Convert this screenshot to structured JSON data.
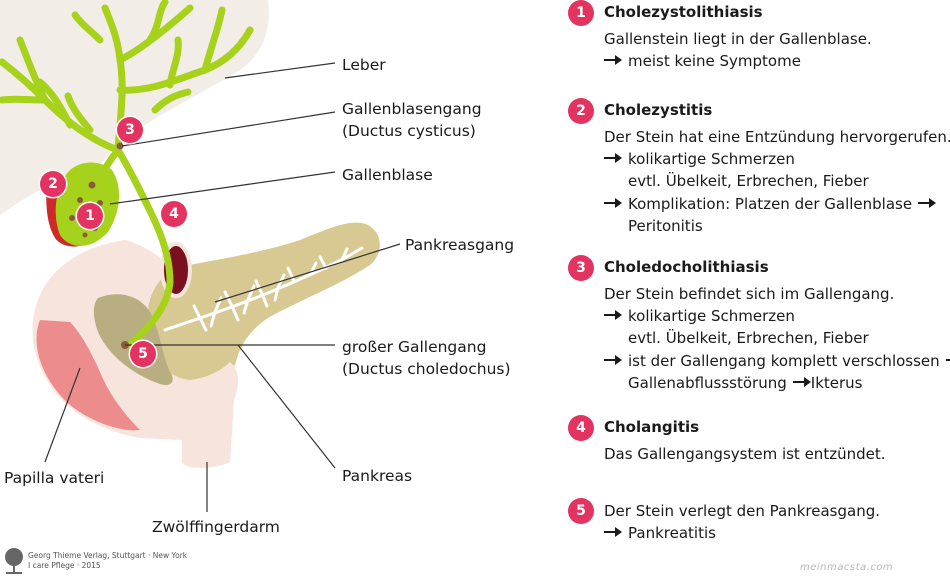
{
  "labels": {
    "leber": "Leber",
    "gallenblasengang_1": "Gallenblasengang",
    "gallenblasengang_2": "(Ductus cysticus)",
    "gallenblase": "Gallenblase",
    "pankreasgang": "Pankreasgang",
    "gallengang_1": "großer Gallengang",
    "gallengang_2": "(Ductus choledochus)",
    "papilla": "Papilla vateri",
    "pankreas": "Pankreas",
    "zwoelffinger": "Zwölffingerdarm"
  },
  "markers": [
    "1",
    "2",
    "3",
    "4",
    "5"
  ],
  "items": [
    {
      "num": "1",
      "title": "Cholezystolithiasis",
      "lines": [
        "Gallenstein liegt in der Gallenblase.",
        "meist keine Symptome"
      ]
    },
    {
      "num": "2",
      "title": "Cholezystitis",
      "lines": [
        "Der Stein hat eine Entzündung hervorgerufen.",
        "kolikartige Schmerzen",
        "evtl. Übelkeit, Erbrechen, Fieber",
        "Komplikation: Platzen der Gallenblase",
        "Peritonitis"
      ]
    },
    {
      "num": "3",
      "title": "Choledocholithiasis",
      "lines": [
        "Der Stein befindet sich im Gallengang.",
        "kolikartige Schmerzen",
        "evtl. Übelkeit, Erbrechen, Fieber",
        "ist der Gallengang komplett verschlossen",
        "Gallenabflussstörung",
        "Ikterus"
      ]
    },
    {
      "num": "4",
      "title": "Cholangitis",
      "lines": [
        "Das Gallengangsystem ist entzündet."
      ]
    },
    {
      "num": "5",
      "title": "",
      "lines": [
        "Der Stein verlegt den Pankreasgang.",
        "Pankreatitis"
      ]
    }
  ],
  "credits": {
    "line1": "Georg Thieme Verlag, Stuttgart · New York",
    "line2": "I care Pflege · 2015"
  },
  "watermark": "meinmacsta.com",
  "colors": {
    "marker": "#e33360",
    "bile_duct": "#a6d21c",
    "liver": "#f2ede6",
    "pancreas": "#d8c993",
    "duodenum": "#f6e4dd",
    "gallbladder_inflamed": "#cf2a2a"
  }
}
